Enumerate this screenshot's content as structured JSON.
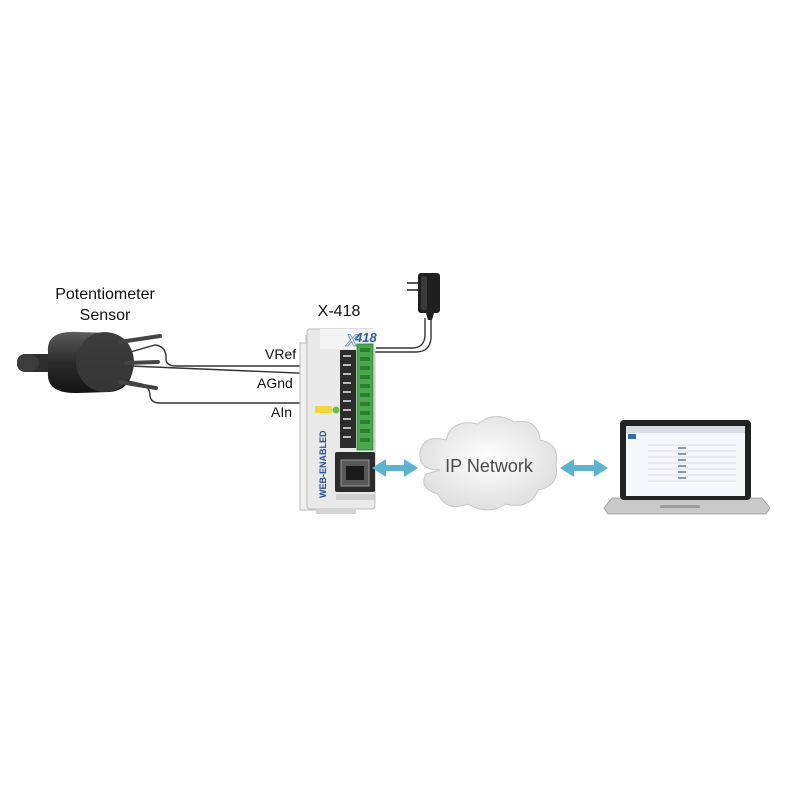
{
  "sensor": {
    "title_line1": "Potentiometer",
    "title_line2": "Sensor"
  },
  "device": {
    "title": "X-418",
    "logo": "418",
    "side_text": "WEB-ENABLED"
  },
  "wires": {
    "vref": "VRef",
    "agnd": "AGnd",
    "ain": "AIn"
  },
  "network": {
    "label": "IP Network"
  },
  "colors": {
    "arrow": "#5ab4cf",
    "terminal": "#4caf50",
    "device_body": "#e6e6e6",
    "cloud": "#f4f4f4"
  },
  "icons": [
    "potentiometer-icon",
    "power-adapter-icon",
    "io-module-icon",
    "cloud-icon",
    "laptop-icon",
    "double-arrow-icon"
  ]
}
